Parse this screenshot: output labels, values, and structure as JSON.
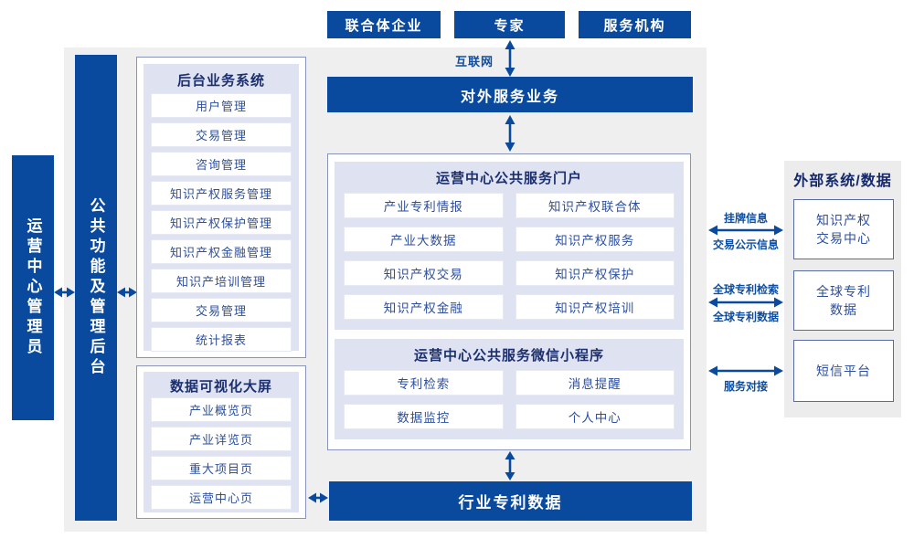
{
  "colors": {
    "primary_blue": "#0a4a9e",
    "lavender": "#dfe3f1",
    "panel_gray": "#efefef",
    "border": "#8a93bb",
    "item_text": "#2d4f9e",
    "label_blue": "#0d4ea3"
  },
  "top_actors": {
    "a": "联合体企业",
    "b": "专家",
    "c": "服务机构"
  },
  "internet_label": "互联网",
  "external_service_bar": "对外服务业务",
  "admin_box": "运营中心管理员",
  "public_backend_bar": "公共功能及管理后台",
  "backend_system": {
    "title": "后台业务系统",
    "items": [
      "用户管理",
      "交易管理",
      "咨询管理",
      "知识产权服务管理",
      "知识产权保护管理",
      "知识产权金融管理",
      "知识产培训管理",
      "交易管理",
      "统计报表"
    ]
  },
  "data_screen": {
    "title": "数据可视化大屏",
    "items": [
      "产业概览页",
      "产业详览页",
      "重大项目页",
      "运营中心页"
    ]
  },
  "portal": {
    "title": "运营中心公共服务门户",
    "items": [
      "产业专利情报",
      "知识产权联合体",
      "产业大数据",
      "知识产权服务",
      "知识产权交易",
      "知识产权保护",
      "知识产权金融",
      "知识产权培训"
    ]
  },
  "miniprogram": {
    "title": "运营中心公共服务微信小程序",
    "items": [
      "专利检索",
      "消息提醒",
      "数据监控",
      "个人中心"
    ]
  },
  "industry_patent_bar": "行业专利数据",
  "external_panel": {
    "title": "外部系统/数据",
    "systems": [
      {
        "line1": "知识产权",
        "line2": "交易中心"
      },
      {
        "line1": "全球专利",
        "line2": "数据"
      },
      {
        "line1": "短信平台",
        "line2": ""
      }
    ]
  },
  "right_links": [
    {
      "top": "挂牌信息",
      "bottom": "交易公示信息"
    },
    {
      "top": "全球专利检索",
      "bottom": "全球专利数据"
    },
    {
      "top": "",
      "bottom": "服务对接"
    }
  ]
}
